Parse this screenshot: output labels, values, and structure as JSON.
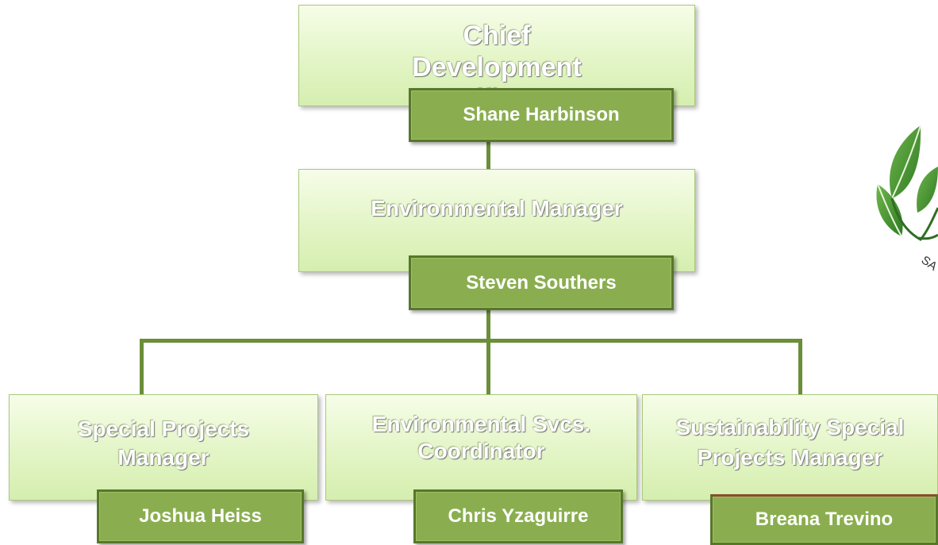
{
  "chart": {
    "top": {
      "title": "Chief Development Officer",
      "name": "Shane Harbinson"
    },
    "manager": {
      "title": "Environmental Manager",
      "name": "Steven Southers"
    },
    "reports": [
      {
        "title": "Special Projects Manager",
        "name": "Joshua Heiss"
      },
      {
        "title": "Environmental Svcs. Coordinator",
        "name": "Chris Yzaguirre"
      },
      {
        "title": "Sustainability Special Projects Manager",
        "name": "Breana Trevino"
      }
    ]
  },
  "logo": {
    "icon": "leaf-logo-icon",
    "text": "SA"
  },
  "colors": {
    "role_box": "#e3f5c6",
    "name_box": "#8aae4f",
    "connector": "#6b8e3a",
    "leaf": "#3d8c2e"
  }
}
